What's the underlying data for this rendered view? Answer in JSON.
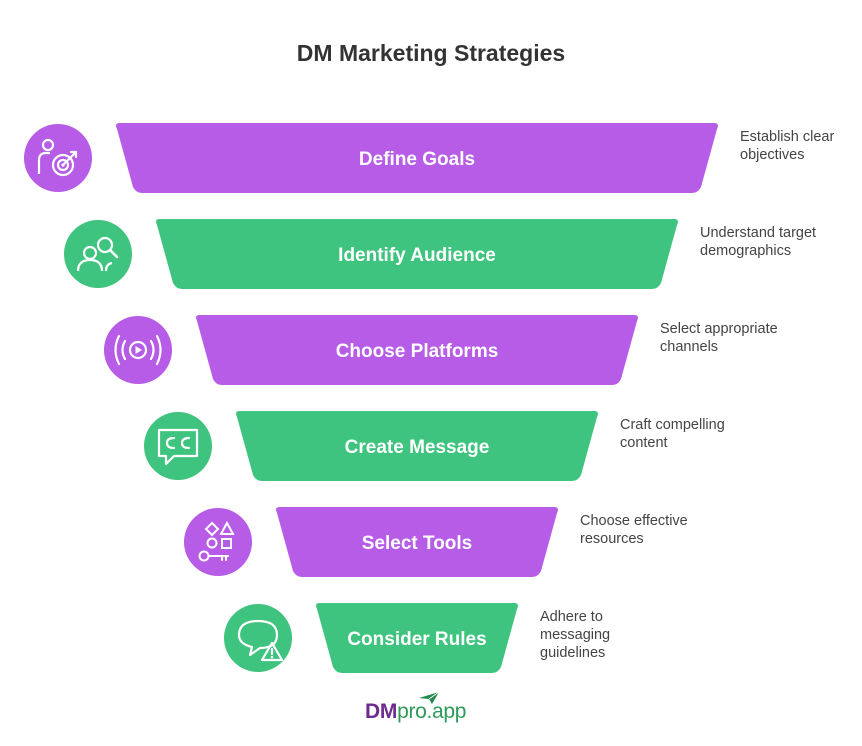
{
  "title": "DM Marketing Strategies",
  "colors": {
    "purple": "#b65ce6",
    "green": "#3ec47e",
    "icon_fill": "#ffffff"
  },
  "stages": [
    {
      "label": "Define Goals",
      "color": "#b65ce6",
      "icon": "target-person-icon",
      "description": "Establish clear objectives"
    },
    {
      "label": "Identify Audience",
      "color": "#3ec47e",
      "icon": "audience-search-icon",
      "description": "Understand target demographics"
    },
    {
      "label": "Choose Platforms",
      "color": "#b65ce6",
      "icon": "broadcast-play-icon",
      "description": "Select appropriate channels"
    },
    {
      "label": "Create Message",
      "color": "#3ec47e",
      "icon": "caption-message-icon",
      "description": "Craft compelling content"
    },
    {
      "label": "Select Tools",
      "color": "#b65ce6",
      "icon": "shapes-key-icon",
      "description": "Choose effective resources"
    },
    {
      "label": "Consider Rules",
      "color": "#3ec47e",
      "icon": "chat-warning-icon",
      "description": "Adhere to messaging guidelines"
    }
  ],
  "logo": {
    "prefix": "DM",
    "suffix": "pro.app",
    "icon": "paper-plane-icon"
  }
}
